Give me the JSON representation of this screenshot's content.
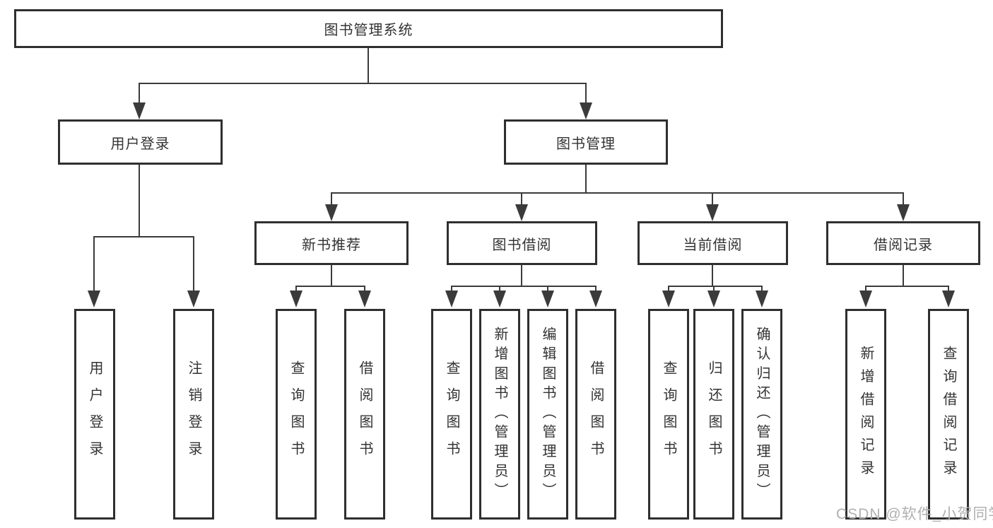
{
  "title": "图书管理系统",
  "watermark": "CSDN @软件_小贺同学",
  "colors": {
    "background": "#ffffff",
    "box_border": "#2f2f2f",
    "connector_line": "#3b3b3b",
    "text": "#333333",
    "watermark_text": "#b0b0b0"
  },
  "nodes": {
    "root": {
      "label": "图书管理系统"
    },
    "branches": [
      {
        "label": "用户登录",
        "children": [
          {
            "label": "用户登录"
          },
          {
            "label": "注销登录"
          }
        ]
      },
      {
        "label": "图书管理",
        "children": [
          {
            "label": "新书推荐",
            "children": [
              {
                "label": "查询图书"
              },
              {
                "label": "借阅图书"
              }
            ]
          },
          {
            "label": "图书借阅",
            "children": [
              {
                "label": "查询图书"
              },
              {
                "label": "新增图书（管理员）"
              },
              {
                "label": "编辑图书（管理员）"
              },
              {
                "label": "借阅图书"
              }
            ]
          },
          {
            "label": "当前借阅",
            "children": [
              {
                "label": "查询图书"
              },
              {
                "label": "归还图书"
              },
              {
                "label": "确认归还（管理员）"
              }
            ]
          },
          {
            "label": "借阅记录",
            "children": [
              {
                "label": "新增借阅记录"
              },
              {
                "label": "查询借阅记录"
              }
            ]
          }
        ]
      }
    ]
  }
}
